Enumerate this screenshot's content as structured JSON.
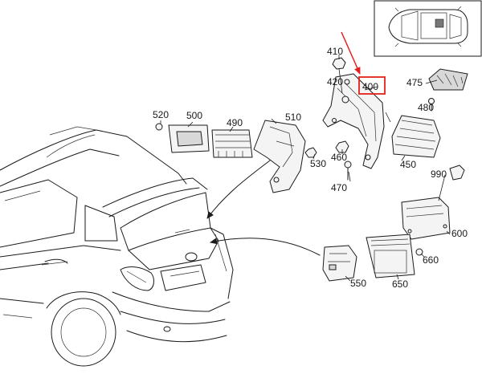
{
  "colors": {
    "highlight": "#e3201b",
    "line": "#1a1a1a",
    "background": "#ffffff"
  },
  "labels": {
    "p400": "400",
    "p410": "410",
    "p420": "420",
    "p450": "450",
    "p460": "460",
    "p470": "470",
    "p475": "475",
    "p480": "480",
    "p490": "490",
    "p500": "500",
    "p510": "510",
    "p520": "520",
    "p530": "530",
    "p550": "550",
    "p600": "600",
    "p650": "650",
    "p660": "660",
    "p990": "990"
  },
  "highlighted_part": "400"
}
